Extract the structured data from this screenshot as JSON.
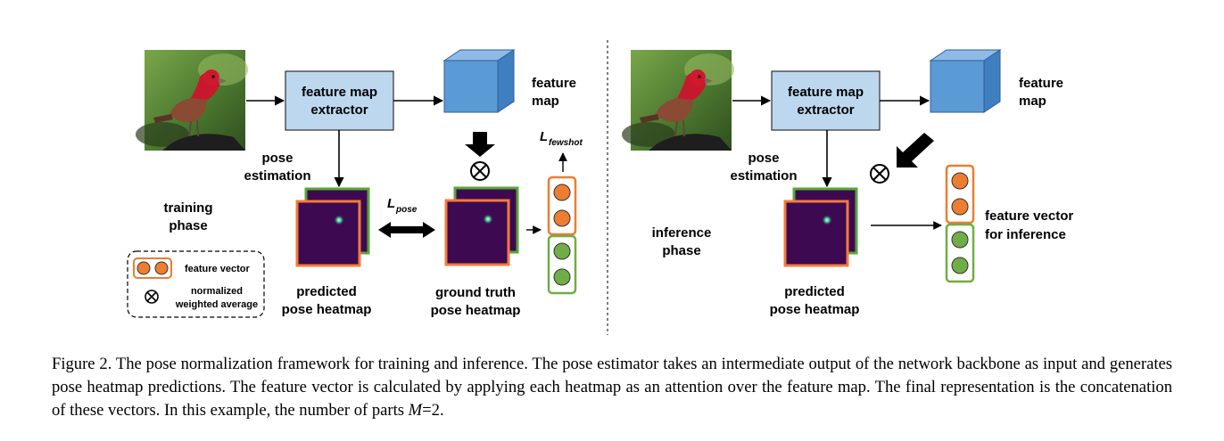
{
  "training": {
    "extractor_label": [
      "feature map",
      "extractor"
    ],
    "feature_map_label": [
      "feature",
      "map"
    ],
    "pose_estimation_label": [
      "pose",
      "estimation"
    ],
    "phase_label": [
      "training",
      "phase"
    ],
    "loss_pose": {
      "symbol": "L",
      "subscript": "pose"
    },
    "loss_fewshot": {
      "symbol": "L",
      "subscript": "fewshot"
    },
    "predicted_label": [
      "predicted",
      "pose heatmap"
    ],
    "ground_truth_label": [
      "ground truth",
      "pose heatmap"
    ],
    "otimes_glyph": "⊗"
  },
  "legend": {
    "feature_vector": "feature vector",
    "normalized": [
      "normalized",
      "weighted average"
    ],
    "otimes_glyph": "⊗"
  },
  "inference": {
    "extractor_label": [
      "feature map",
      "extractor"
    ],
    "feature_map_label": [
      "feature",
      "map"
    ],
    "pose_estimation_label": [
      "pose",
      "estimation"
    ],
    "phase_label": [
      "inference",
      "phase"
    ],
    "predicted_label": [
      "predicted",
      "pose heatmap"
    ],
    "feature_vector_label": [
      "feature vector",
      "for inference"
    ],
    "otimes_glyph": "⊗"
  },
  "caption": {
    "prefix": "Figure 2. The pose normalization framework for training and inference. The pose estimator takes an intermediate output of the network backbone as input and generates pose heatmap predictions. The feature vector is calculated by applying each heatmap as an attention over the feature map. The final representation is the concatenation of these vectors. In this example, the number of parts ",
    "math_var": "M",
    "suffix": "=2."
  },
  "colors": {
    "box_fill": "#bdd7ee",
    "box_stroke": "#2e2e2e",
    "cube_front": "#5b9bd5",
    "cube_top": "#8fbae6",
    "cube_side": "#3f7fc0",
    "heatmap_fill": "#3d0a52",
    "heatmap_front_border": "#f47b3c",
    "heatmap_back_border": "#5aa53a",
    "orange_part": "#ed7d31",
    "green_part": "#70ad47"
  }
}
